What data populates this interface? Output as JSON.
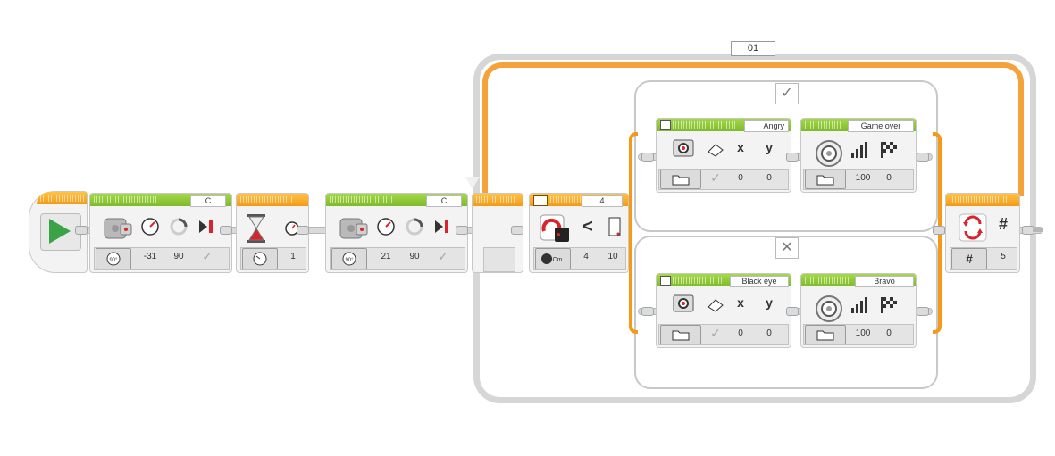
{
  "loop": {
    "name": "01"
  },
  "start": {},
  "motor1": {
    "port": "C",
    "steering": "-31",
    "power": "90"
  },
  "wait": {
    "seconds": "1"
  },
  "motor2": {
    "port": "C",
    "steering": "21",
    "power": "90"
  },
  "switch": {
    "port": "4",
    "compare_value": "4",
    "threshold": "10",
    "operator": "<"
  },
  "case_true": {
    "display": {
      "file": "Angry",
      "x_label": "x",
      "y_label": "y",
      "x": "0",
      "y": "0"
    },
    "sound": {
      "file": "Game over",
      "volume": "100",
      "play_type": "0"
    }
  },
  "case_false": {
    "display": {
      "file": "Black eye",
      "x_label": "x",
      "y_label": "y",
      "x": "0",
      "y": "0"
    },
    "sound": {
      "file": "Bravo",
      "volume": "100",
      "play_type": "0"
    }
  },
  "loop_interrupt": {
    "hash": "#",
    "name": "5"
  },
  "colors": {
    "green": "#7dbb2a",
    "orange": "#f49a18",
    "red": "#d9242b"
  }
}
